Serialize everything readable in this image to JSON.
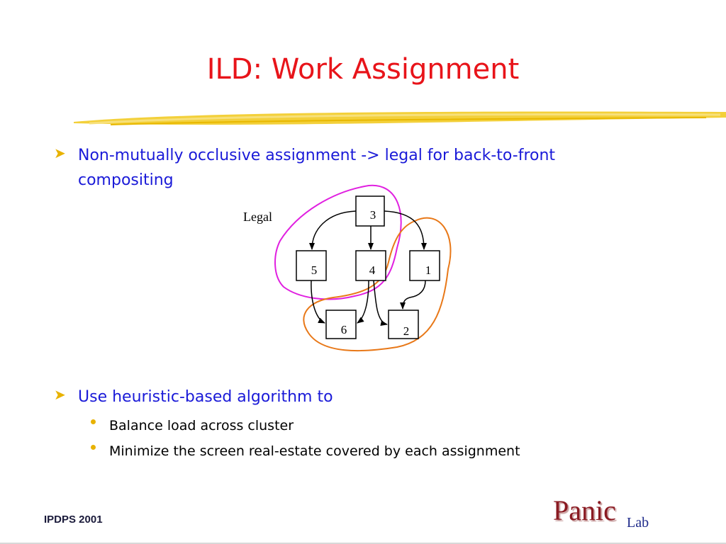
{
  "slide": {
    "title": "ILD: Work Assignment",
    "bullets": [
      {
        "line1": "Non-mutually occlusive assignment -> legal for back-to-front",
        "line2": "compositing"
      },
      {
        "line1": "Use heuristic-based algorithm to",
        "subitems": [
          "Balance load across cluster",
          "Minimize the screen real-estate covered by each assignment"
        ]
      }
    ]
  },
  "diagram": {
    "label": "Legal",
    "nodes": [
      "3",
      "5",
      "4",
      "1",
      "6",
      "2"
    ]
  },
  "footer": {
    "left_text": "IPDPS 2001",
    "logo_main": "Panic",
    "logo_sub": "Lab"
  },
  "colors": {
    "title": "#e8141a",
    "bullet_text": "#1a1ad8",
    "bullet_marker": "#e8b200",
    "group_magenta": "#e020e0",
    "group_orange": "#e87818",
    "logo": "#8a1a22"
  }
}
